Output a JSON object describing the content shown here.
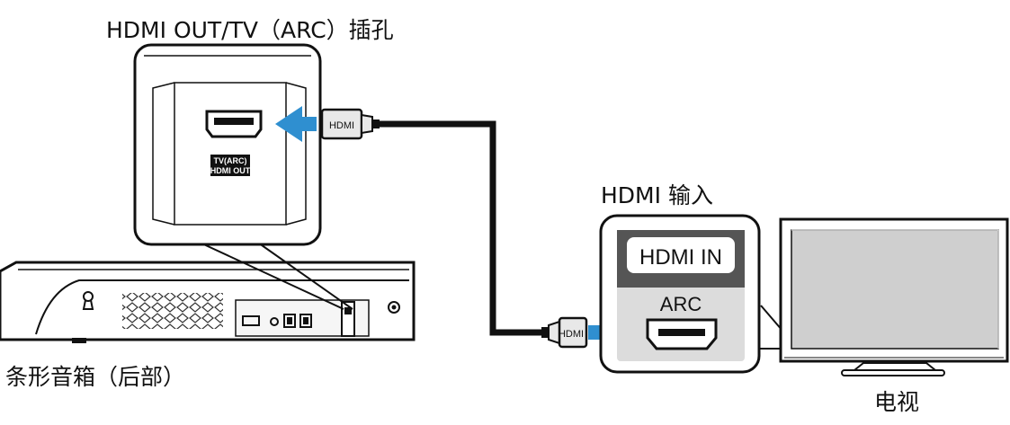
{
  "labels": {
    "soundbar_port": "HDMI OUT/TV（ARC）插孔",
    "tv_input": "HDMI 输入",
    "soundbar": "条形音箱（后部）",
    "tv": "电视"
  },
  "jack_labels": {
    "line1": "TV(ARC)",
    "line2": "HDMI OUT"
  },
  "cable_plug_label": "HDMI",
  "tv_port_panel": {
    "header": "HDMI IN",
    "sub": "ARC"
  },
  "colors": {
    "arrow": "#2f8fd0",
    "outline": "#111111",
    "panel_bg": "#dcdcdc",
    "screen": "#cfcfcf"
  }
}
